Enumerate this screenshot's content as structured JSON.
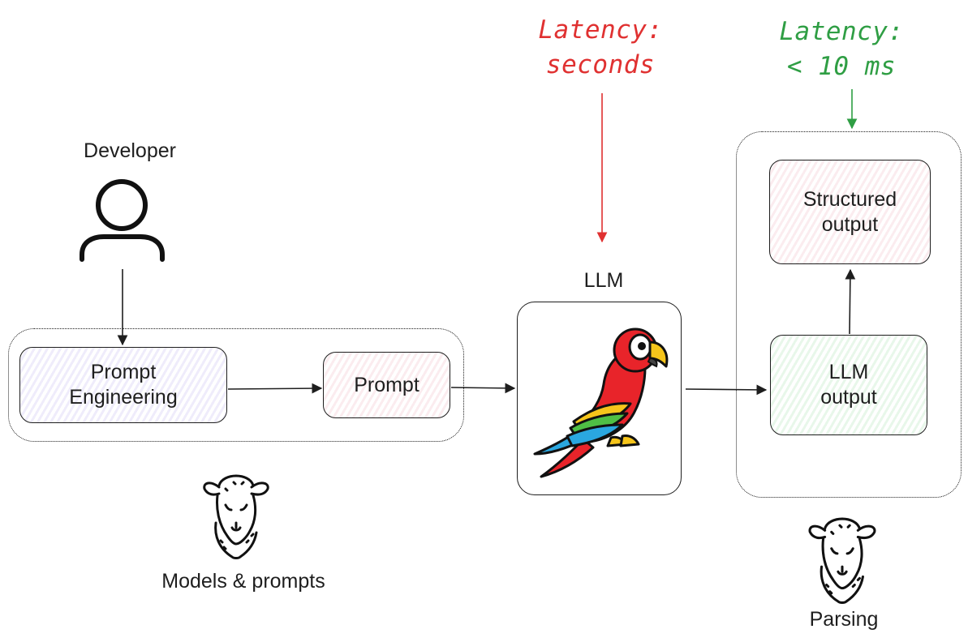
{
  "nodes": {
    "developer": "Developer",
    "prompt_engineering_line1": "Prompt",
    "prompt_engineering_line2": "Engineering",
    "prompt": "Prompt",
    "llm": "LLM",
    "llm_output_line1": "LLM",
    "llm_output_line2": "output",
    "structured_output_line1": "Structured",
    "structured_output_line2": "output"
  },
  "groups": {
    "models_prompts": "Models & prompts",
    "parsing": "Parsing"
  },
  "annotations": {
    "llm_latency_line1": "Latency:",
    "llm_latency_line2": "seconds",
    "llm_latency_color": "#e03131",
    "parsing_latency_line1": "Latency:",
    "parsing_latency_line2": "< 10 ms",
    "parsing_latency_color": "#2f9e44"
  },
  "icons": {
    "developer": "person-icon",
    "llm": "parrot-icon",
    "models_prompts": "lamb-icon",
    "parsing": "lamb-icon"
  }
}
